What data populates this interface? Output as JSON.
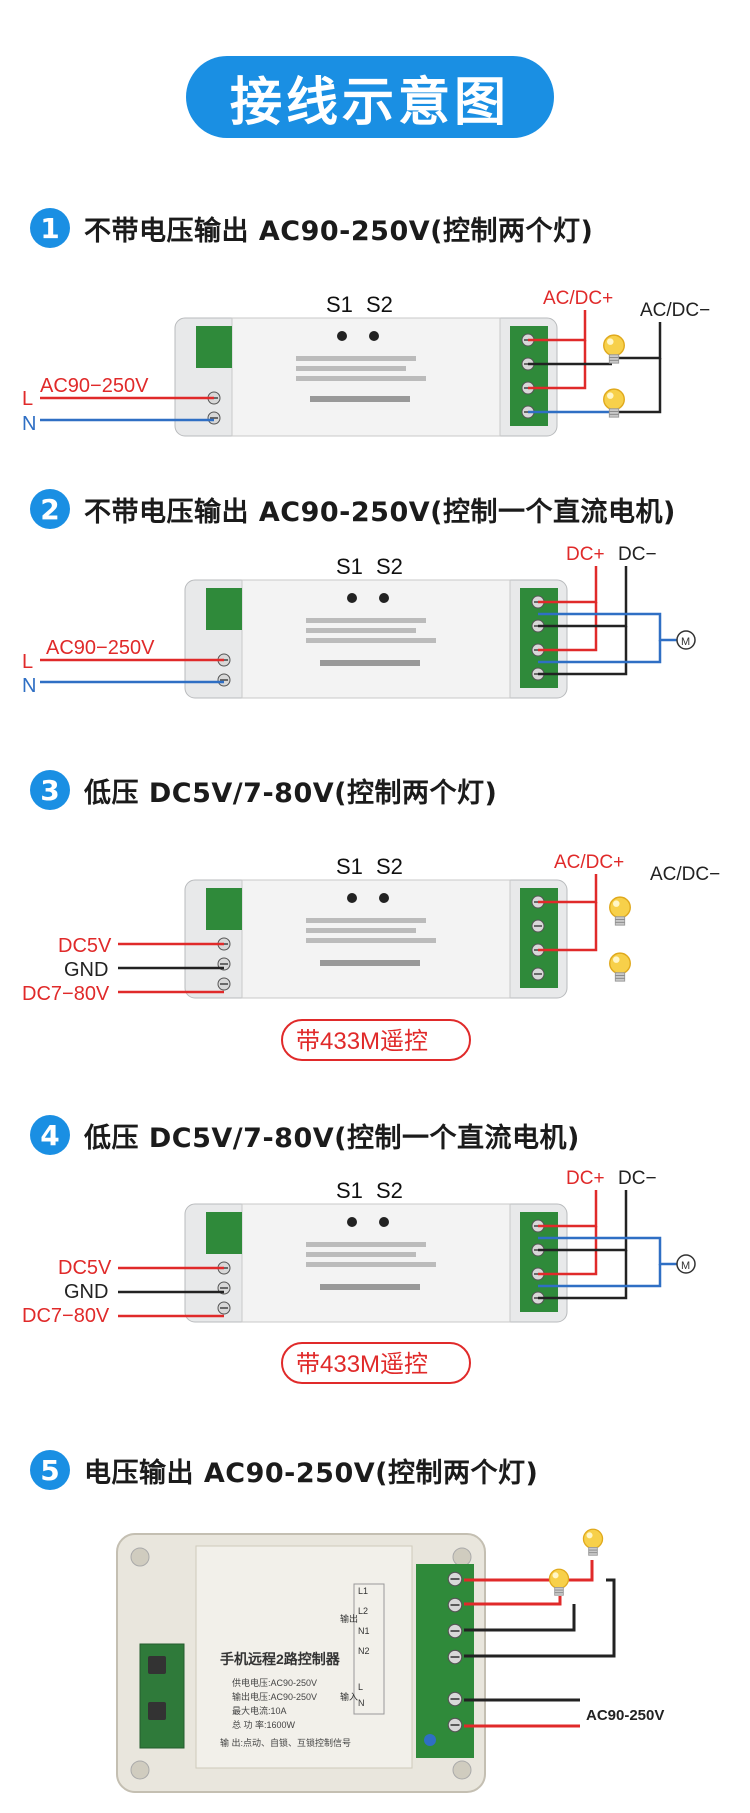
{
  "header": {
    "title": "接线示意图"
  },
  "sections": [
    {
      "num": "1",
      "title": "不带电压输出 AC90-250V(控制两个灯)"
    },
    {
      "num": "2",
      "title": "不带电压输出 AC90-250V(控制一个直流电机)"
    },
    {
      "num": "3",
      "title": "低压 DC5V/7-80V(控制两个灯)"
    },
    {
      "num": "4",
      "title": "低压 DC5V/7-80V(控制一个直流电机)"
    },
    {
      "num": "5",
      "title": "电压输出 AC90-250V(控制两个灯)"
    }
  ],
  "labels": {
    "s1": "S1",
    "s2": "S2",
    "ac_dc_plus": "AC/DC+",
    "ac_dc_minus": "AC/DC−",
    "dc_plus": "DC+",
    "dc_minus": "DC−",
    "ac_in": "AC90−250V",
    "l": "L",
    "n": "N",
    "dc5v": "DC5V",
    "gnd": "GND",
    "dc780": "DC7−80V",
    "remote": "带433M遥控",
    "motor": "M",
    "ac_in_5": "AC90-250V"
  },
  "device5": {
    "title": "手机远程2路控制器",
    "spec1": "供电电压:AC90-250V",
    "spec2": "输出电压:AC90-250V",
    "spec3": "最大电流:10A",
    "spec4": "总 功 率:1600W",
    "spec5": "输  出:点动、自锁、互锁控制信号",
    "out_label": "输出",
    "in_label": "输入",
    "l1": "L1",
    "l2": "L2",
    "n1": "N1",
    "n2": "N2",
    "ln_l": "L",
    "ln_n": "N"
  },
  "colors": {
    "accent": "#1a8fe3",
    "wire_red": "#e02a2a",
    "wire_blue": "#2f6fc4",
    "wire_black": "#222222"
  }
}
